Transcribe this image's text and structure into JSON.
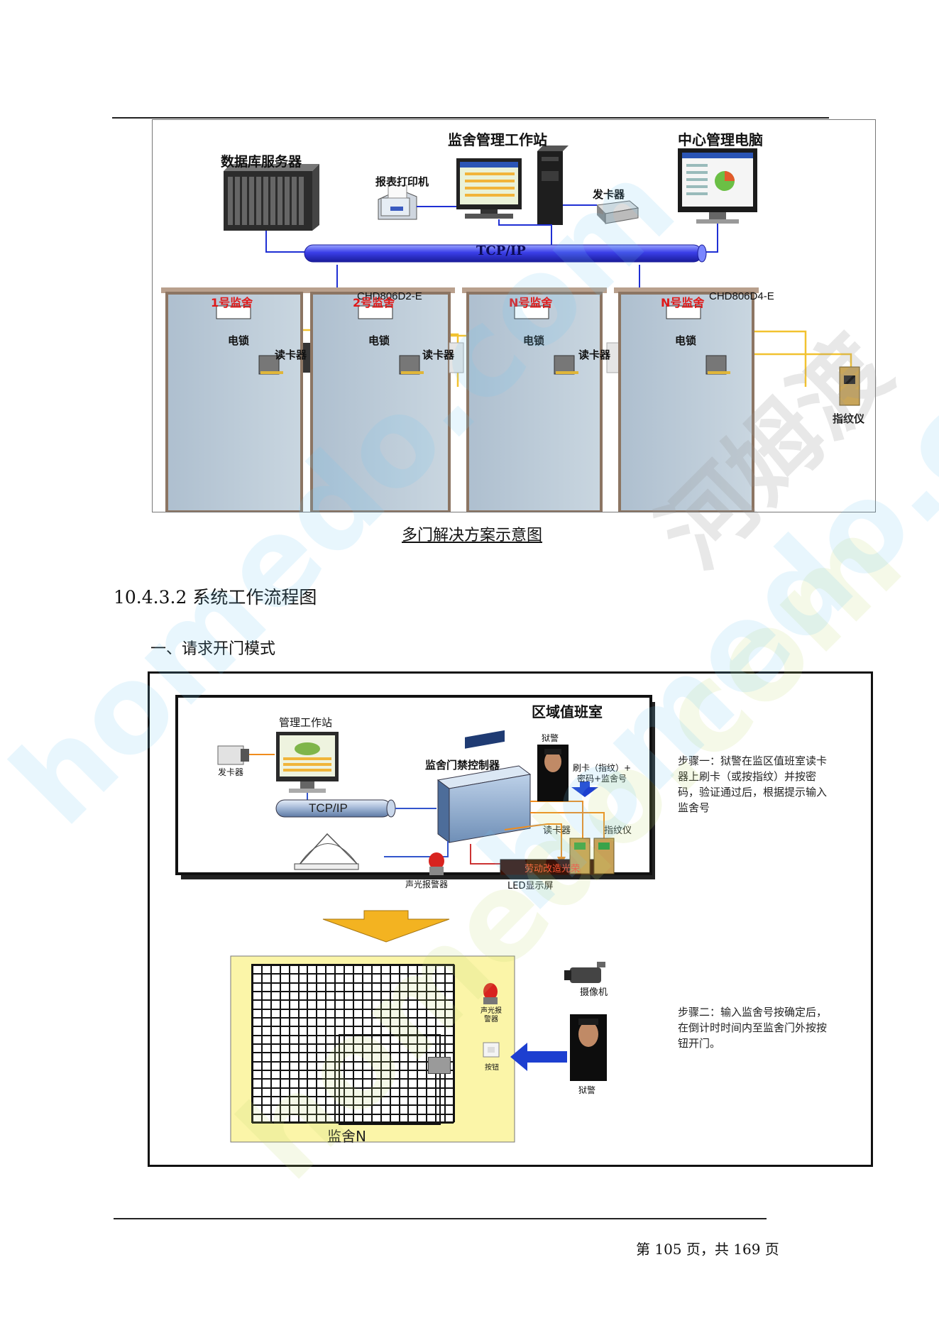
{
  "diagram1": {
    "top_labels": {
      "db_server": "数据库服务器",
      "workstation": "监舍管理工作站",
      "center_pc": "中心管理电脑",
      "printer": "报表打印机",
      "card_issuer": "发卡器",
      "network": "TCP/IP"
    },
    "controllers": [
      "CHD806D2-E",
      "CHD806D4-E"
    ],
    "doors": [
      {
        "name": "1号监舍",
        "lock": "电锁",
        "reader": "读卡器"
      },
      {
        "name": "2号监舍",
        "lock": "电锁",
        "reader": "读卡器"
      },
      {
        "name": "N号监舍",
        "lock": "电锁",
        "reader": "读卡器"
      },
      {
        "name": "N号监舍",
        "lock": "电锁",
        "reader": "指纹仪"
      }
    ]
  },
  "caption": "多门解决方案示意图",
  "section_heading": "10.4.3.2 系统工作流程图",
  "subheading": "一、请求开门模式",
  "diagram2": {
    "room_title": "区域值班室",
    "workstation": "管理工作站",
    "card_issuer": "发卡器",
    "network": "TCP/IP",
    "controller": "监舍门禁控制器",
    "guard": "狱警",
    "swipe_text": "刷卡（指纹）+\n密码+监舍号",
    "reader": "读卡器",
    "fingerprint": "指纹仪",
    "alarm": "声光报警器",
    "led": "LED显示屏",
    "led_text": "劳动改造光荣",
    "step1": "步骤一：狱警在监区值班室读卡器上刷卡（或按指纹）并按密码，验证通过后，根据提示输入监舍号",
    "cell_name": "监舍N",
    "alarm_small": "声光报\n警器",
    "button": "按钮",
    "camera": "摄像机",
    "guard2": "狱警",
    "step2": "步骤二：输入监舍号按确定后，在倒计时时间内至监舍门外按按钮开门。"
  },
  "footer": {
    "page": "第 105 页，共 169 页"
  },
  "watermark": "homedo.com",
  "watermark_cn": "河姆渡"
}
